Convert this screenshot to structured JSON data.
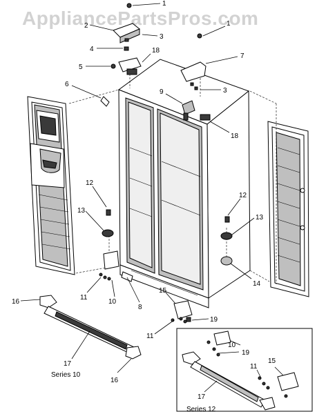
{
  "watermark": "AppliancePartsPros.com",
  "callouts": [
    {
      "id": "c1a",
      "text": "1"
    },
    {
      "id": "c1b",
      "text": "1"
    },
    {
      "id": "c2",
      "text": "2"
    },
    {
      "id": "c3a",
      "text": "3"
    },
    {
      "id": "c3b",
      "text": "3"
    },
    {
      "id": "c4",
      "text": "4"
    },
    {
      "id": "c5",
      "text": "5"
    },
    {
      "id": "c6",
      "text": "6"
    },
    {
      "id": "c7",
      "text": "7"
    },
    {
      "id": "c8",
      "text": "8"
    },
    {
      "id": "c9",
      "text": "9"
    },
    {
      "id": "c10a",
      "text": "10"
    },
    {
      "id": "c10b",
      "text": "10"
    },
    {
      "id": "c11a",
      "text": "11"
    },
    {
      "id": "c11b",
      "text": "11"
    },
    {
      "id": "c11c",
      "text": "11"
    },
    {
      "id": "c12a",
      "text": "12"
    },
    {
      "id": "c12b",
      "text": "12"
    },
    {
      "id": "c13a",
      "text": "13"
    },
    {
      "id": "c13b",
      "text": "13"
    },
    {
      "id": "c14",
      "text": "14"
    },
    {
      "id": "c15a",
      "text": "15"
    },
    {
      "id": "c15b",
      "text": "15"
    },
    {
      "id": "c16a",
      "text": "16"
    },
    {
      "id": "c16b",
      "text": "16"
    },
    {
      "id": "c17a",
      "text": "17"
    },
    {
      "id": "c17b",
      "text": "17"
    },
    {
      "id": "c18a",
      "text": "18"
    },
    {
      "id": "c18b",
      "text": "18"
    },
    {
      "id": "c19a",
      "text": "19"
    },
    {
      "id": "c19b",
      "text": "19"
    }
  ],
  "series_labels": {
    "series10": "Series 10",
    "series12": "Series 12"
  }
}
